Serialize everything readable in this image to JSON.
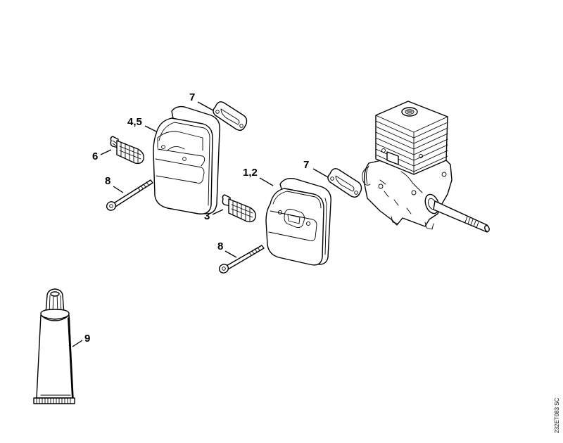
{
  "diagram": {
    "type": "exploded-parts-view",
    "drawing_code": "232ET083 SC",
    "callouts": [
      {
        "id": "c-7a",
        "label": "7",
        "part": "gasket"
      },
      {
        "id": "c-45",
        "label": "4,5",
        "part": "muffler"
      },
      {
        "id": "c-6",
        "label": "6",
        "part": "spark-arresting-screen"
      },
      {
        "id": "c-8a",
        "label": "8",
        "part": "screw"
      },
      {
        "id": "c-7b",
        "label": "7",
        "part": "gasket"
      },
      {
        "id": "c-12",
        "label": "1,2",
        "part": "muffler"
      },
      {
        "id": "c-3",
        "label": "3",
        "part": "spark-arresting-screen"
      },
      {
        "id": "c-8b",
        "label": "8",
        "part": "screw"
      },
      {
        "id": "c-9",
        "label": "9",
        "part": "tube"
      }
    ]
  }
}
